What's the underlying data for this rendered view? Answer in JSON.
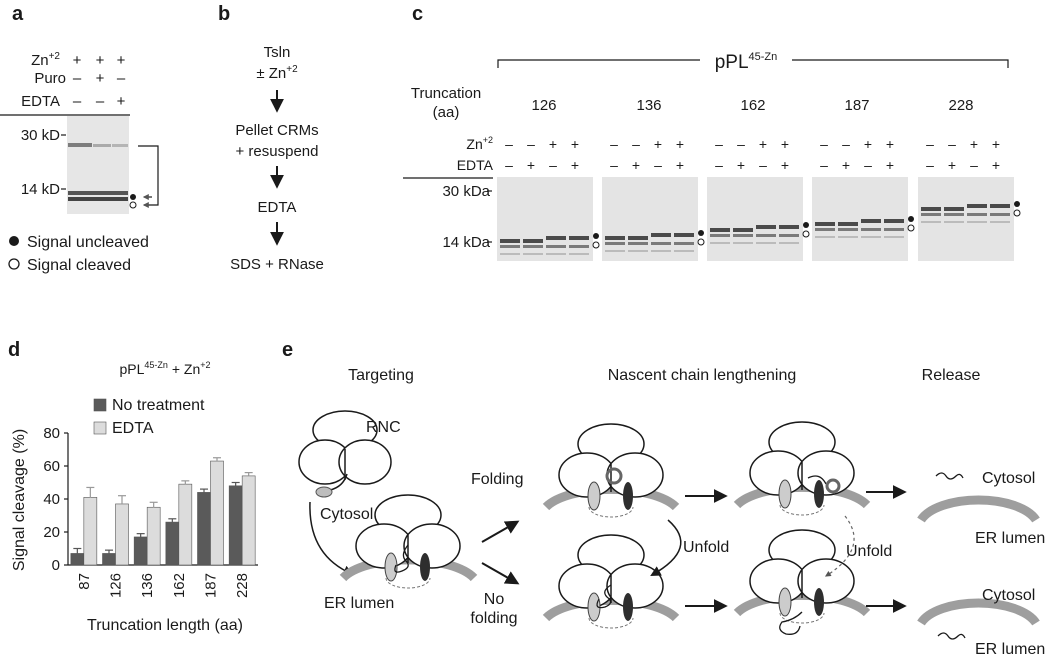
{
  "panels": {
    "a": "a",
    "b": "b",
    "c": "c",
    "d": "d",
    "e": "e"
  },
  "panel_a": {
    "row_labels": {
      "zn": "Zn",
      "zn_sup": "+2",
      "puro": "Puro",
      "edta": "EDTA"
    },
    "rows": {
      "zn": [
        "+",
        "+",
        "+"
      ],
      "puro": [
        "–",
        "+",
        "–"
      ],
      "edta": [
        "–",
        "–",
        "+"
      ]
    },
    "markers": [
      "30 kD",
      "14 kD"
    ],
    "legend": {
      "uncleaved": "Signal uncleaved",
      "cleaved": "Signal cleaved"
    }
  },
  "panel_b": {
    "steps": [
      "Tsln",
      "± Zn",
      "Pellet CRMs",
      "+ resuspend",
      "EDTA",
      "SDS + RNase"
    ],
    "zn_sup": "+2"
  },
  "panel_c": {
    "construct": "pPL",
    "construct_sup": "45-Zn",
    "truncation_label": "Truncation",
    "truncation_unit": "(aa)",
    "truncations": [
      "126",
      "136",
      "162",
      "187",
      "228"
    ],
    "zn_label": "Zn",
    "zn_sup": "+2",
    "edta_label": "EDTA",
    "zn_row": [
      "–",
      "–",
      "+",
      "+"
    ],
    "edta_row": [
      "–",
      "+",
      "–",
      "+"
    ],
    "markers": [
      "30 kDa",
      "14 kDa"
    ]
  },
  "panel_d": {
    "title": "pPL",
    "title_sup": "45-Zn",
    "title_rest": " + Zn",
    "title_rest_sup": "+2"
  },
  "chart_data": {
    "type": "bar",
    "categories": [
      "87",
      "126",
      "136",
      "162",
      "187",
      "228"
    ],
    "series": [
      {
        "name": "No treatment",
        "color": "#5a5a5a",
        "values": [
          7,
          7,
          17,
          26,
          44,
          48
        ],
        "errors": [
          3,
          2,
          2,
          2,
          2,
          2
        ]
      },
      {
        "name": "EDTA",
        "color": "#dcdcdc",
        "values": [
          41,
          37,
          35,
          49,
          63,
          54
        ],
        "errors": [
          6,
          5,
          3,
          2,
          2,
          2
        ]
      }
    ],
    "xlabel": "Truncation length (aa)",
    "ylabel": "Signal cleavage (%)",
    "ylim": [
      0,
      80
    ],
    "yticks": [
      "0",
      "20",
      "40",
      "60",
      "80"
    ],
    "legend_position": "top-left"
  },
  "panel_e": {
    "stages": [
      "Targeting",
      "Nascent chain lengthening",
      "Release"
    ],
    "labels": {
      "rnc": "RNC",
      "cytosol": "Cytosol",
      "er_lumen": "ER lumen",
      "folding": "Folding",
      "no_folding_1": "No",
      "no_folding_2": "folding",
      "unfold": "Unfold"
    }
  }
}
